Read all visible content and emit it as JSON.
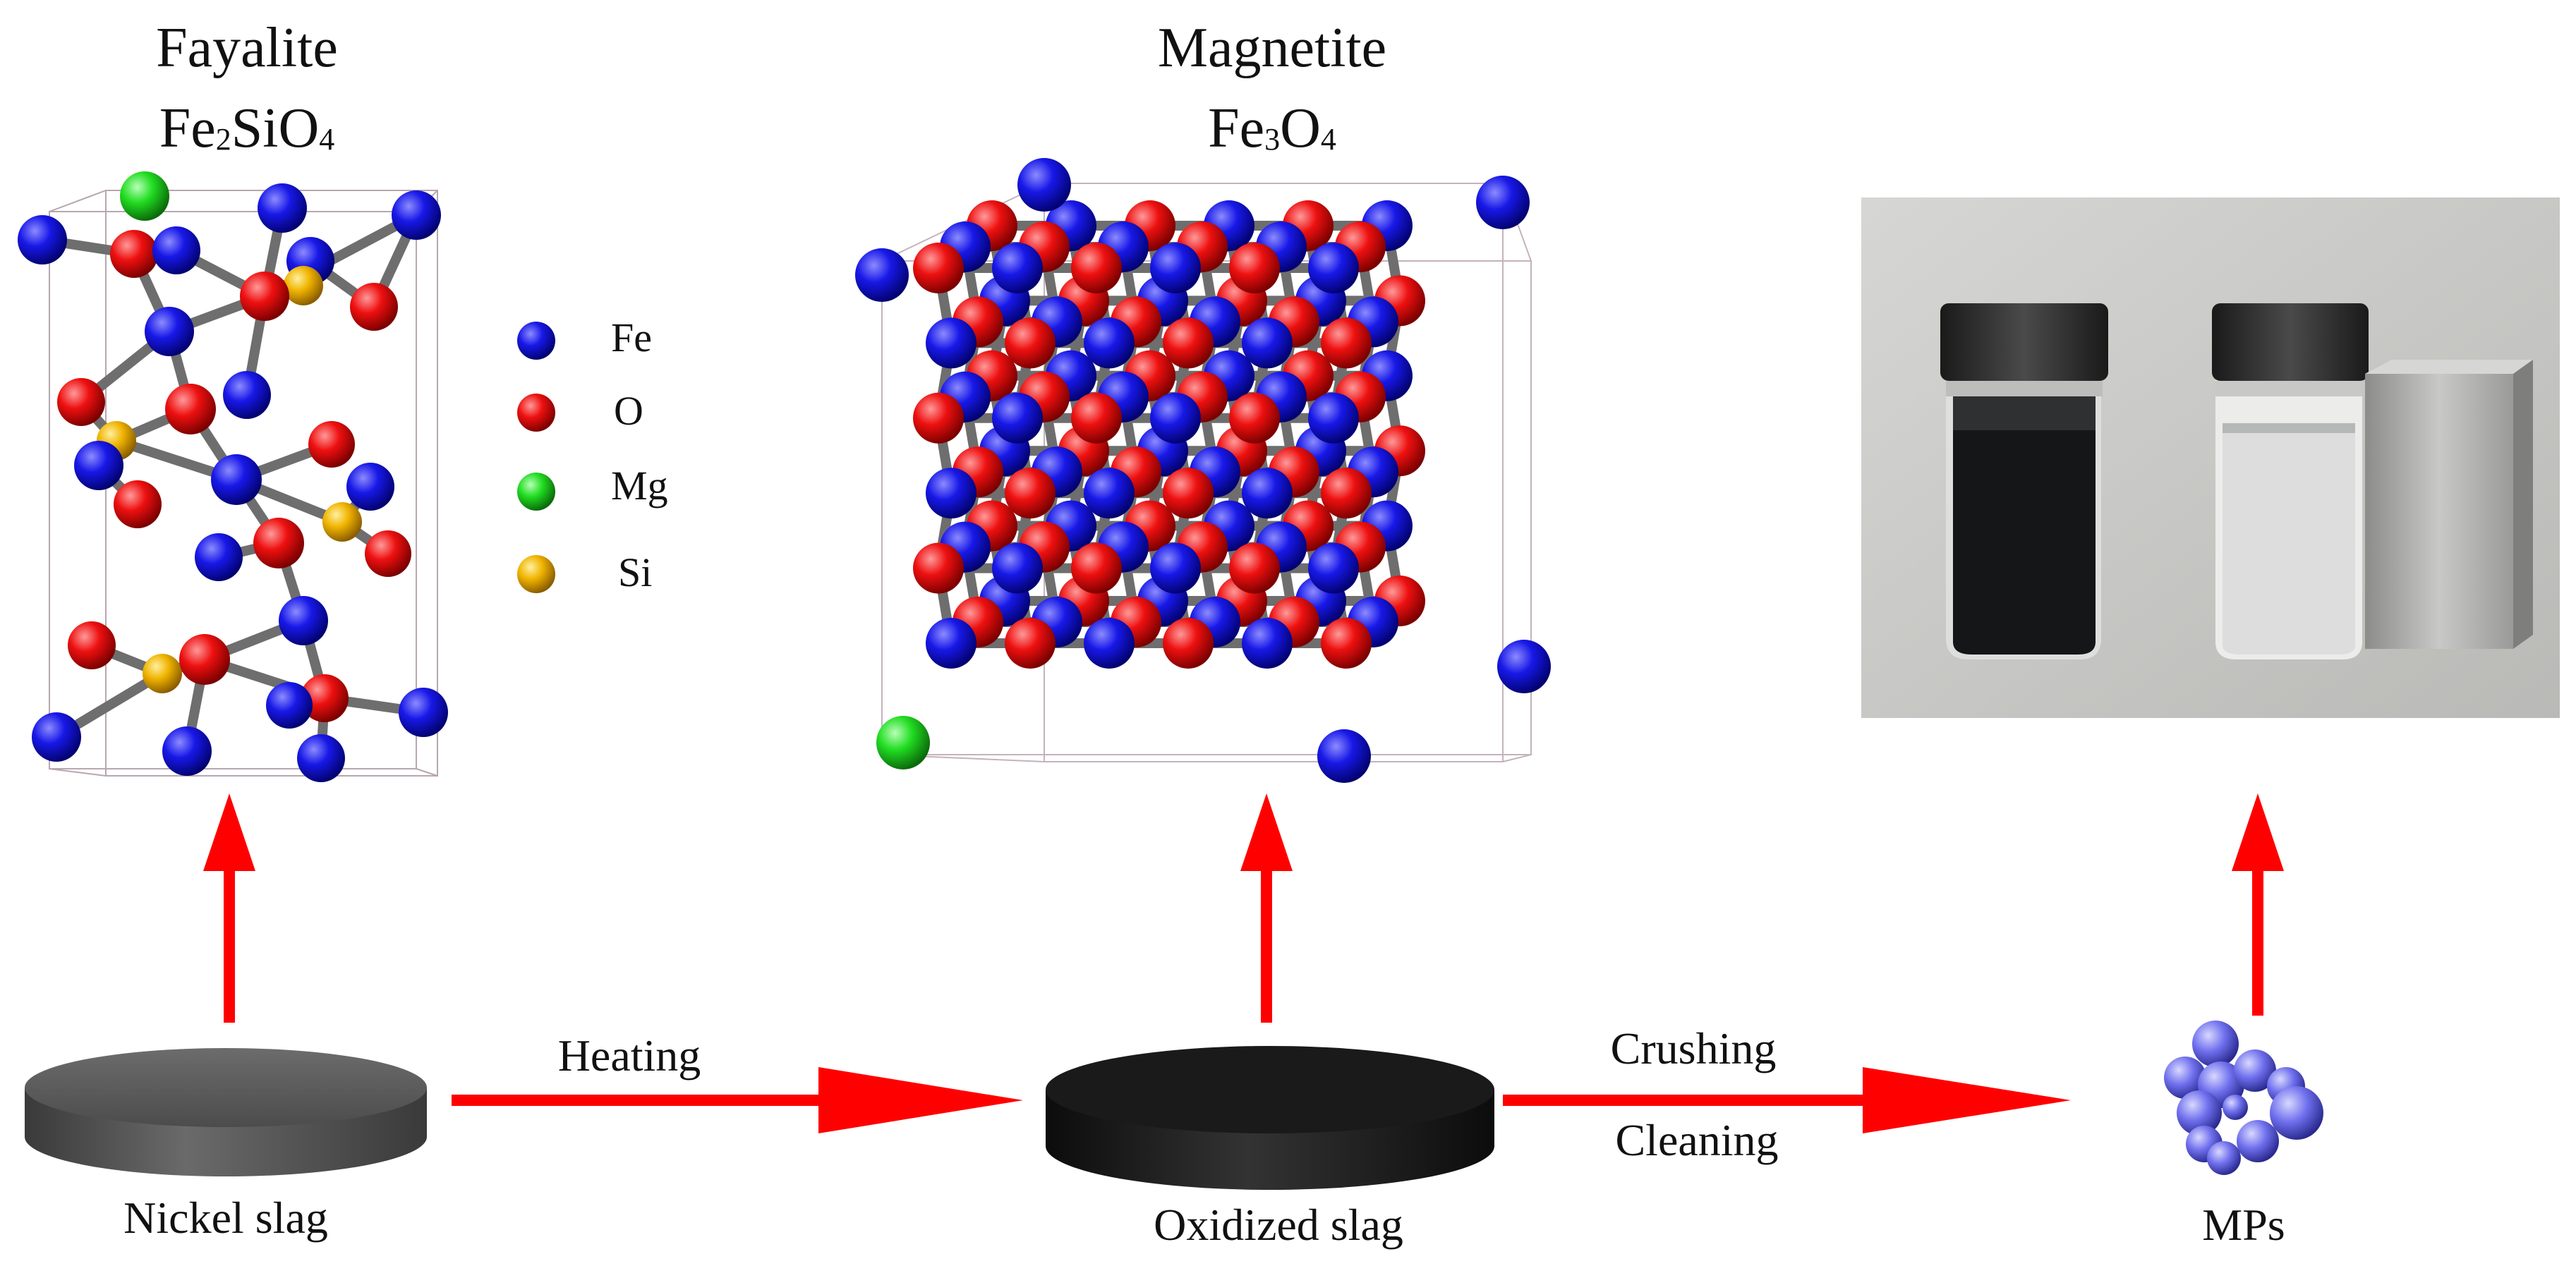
{
  "structures": [
    {
      "name": "Fayalite",
      "formula": {
        "a": "Fe",
        "n1": "2",
        "b": "SiO",
        "n2": "4"
      }
    },
    {
      "name": "Magnetite",
      "formula": {
        "a": "Fe",
        "n1": "3",
        "b": "O",
        "n2": "4"
      }
    }
  ],
  "legend": [
    {
      "label": "Fe",
      "color": "#1010e0"
    },
    {
      "label": "O",
      "color": "#e81010"
    },
    {
      "label": "Mg",
      "color": "#22dd22"
    },
    {
      "label": "Si",
      "color": "#f0c000"
    }
  ],
  "stages": {
    "nickel_slag": "Nickel slag",
    "oxidized_slag": "Oxidized slag",
    "mps": "MPs"
  },
  "processes": {
    "heating": "Heating",
    "crushing": "Crushing",
    "cleaning": "Cleaning"
  },
  "colors": {
    "arrow": "#ff0000",
    "bond": "#6e6e6e",
    "nickel_slag_disk": "#555555",
    "oxidized_slag_disk": "#1c1c1c",
    "particles": "#6f6ff0",
    "photo_bg": "#c9c9c6"
  }
}
